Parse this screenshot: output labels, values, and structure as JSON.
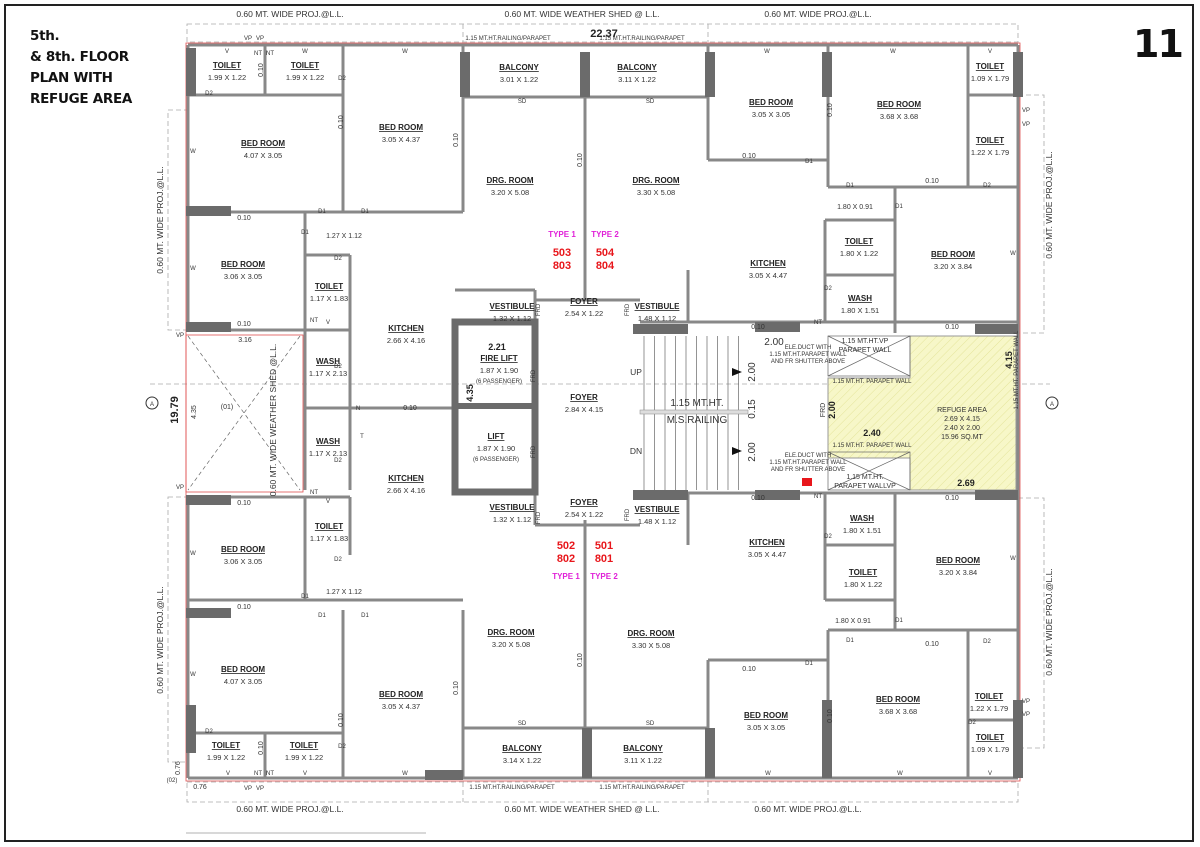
{
  "title": {
    "line1": "5th.",
    "line2": "& 8th. FLOOR",
    "line3": "PLAN WITH",
    "line4": "REFUGE AREA"
  },
  "page_number": "11",
  "colors": {
    "unit_number": "#e8161b",
    "type_label": "#e020d8",
    "refuge_fill": "#f7f7c8",
    "wall": "#888888",
    "column": "#6b6b6b",
    "boundary": "#e05050"
  },
  "rooms": [
    {
      "name": "TOILET",
      "dims": "1.99 X 1.22"
    },
    {
      "name": "TOILET",
      "dims": "1.99 X 1.22"
    },
    {
      "name": "BED ROOM",
      "dims": "3.05 X 4.37"
    },
    {
      "name": "BED ROOM",
      "dims": "4.07 X 3.05"
    },
    {
      "name": "BALCONY",
      "dims": "3.01 X 1.22"
    },
    {
      "name": "DRG. ROOM",
      "dims": "3.20 X 5.08"
    },
    {
      "name": "BED ROOM",
      "dims": "3.06 X 3.05"
    },
    {
      "name": "TOILET",
      "dims": "1.17 X 1.83"
    },
    {
      "name": "KITCHEN",
      "dims": "2.66 X 4.16"
    },
    {
      "name": "VESTIBULE",
      "dims": "1.32 X 1.12"
    },
    {
      "name": "FOYER",
      "dims": "2.54 X 1.22"
    },
    {
      "name": "WASH",
      "dims": "1.17 X 2.13"
    },
    {
      "name": "FIRE LIFT",
      "dims": "1.87 X 1.90",
      "note": "(6 PASSENGER)"
    },
    {
      "name": "FOYER",
      "dims": "2.84 X 4.15"
    },
    {
      "name": "BALCONY",
      "dims": "3.11 X 1.22"
    },
    {
      "name": "DRG. ROOM",
      "dims": "3.30 X 5.08"
    },
    {
      "name": "BED ROOM",
      "dims": "3.05 X 3.05"
    },
    {
      "name": "BED ROOM",
      "dims": "3.68 X 3.68"
    },
    {
      "name": "TOILET",
      "dims": "1.09 X 1.79"
    },
    {
      "name": "TOILET",
      "dims": "1.22 X 1.79"
    },
    {
      "name": "KITCHEN",
      "dims": "3.05 X 4.47"
    },
    {
      "name": "TOILET",
      "dims": "1.80 X 1.22"
    },
    {
      "name": "BED ROOM",
      "dims": "3.20 X 3.84"
    },
    {
      "name": "WASH",
      "dims": "1.80 X 1.51"
    },
    {
      "name": "VESTIBULE",
      "dims": "1.48 X 1.12"
    },
    {
      "name": "LIFT",
      "dims": "1.87 X 1.90",
      "note": "(6 PASSENGER)"
    },
    {
      "name": "WASH",
      "dims": "1.17 X 2.13"
    },
    {
      "name": "KITCHEN",
      "dims": "2.66 X 4.16"
    },
    {
      "name": "VESTIBULE",
      "dims": "1.32 X 1.12"
    },
    {
      "name": "FOYER",
      "dims": "2.54 X 1.22"
    },
    {
      "name": "VESTIBULE",
      "dims": "1.48 X 1.12"
    },
    {
      "name": "TOILET",
      "dims": "1.17 X 1.83"
    },
    {
      "name": "BED ROOM",
      "dims": "3.06 X 3.05"
    },
    {
      "name": "KITCHEN",
      "dims": "3.05 X 4.47"
    },
    {
      "name": "WASH",
      "dims": "1.80 X 1.51"
    },
    {
      "name": "BED ROOM",
      "dims": "3.20 X 3.84"
    },
    {
      "name": "TOILET",
      "dims": "1.80 X 1.22"
    },
    {
      "name": "DRG. ROOM",
      "dims": "3.20 X 5.08"
    },
    {
      "name": "DRG. ROOM",
      "dims": "3.30 X 5.08"
    },
    {
      "name": "BED ROOM",
      "dims": "4.07 X 3.05"
    },
    {
      "name": "BED ROOM",
      "dims": "3.05 X 4.37"
    },
    {
      "name": "BED ROOM",
      "dims": "3.05 X 3.05"
    },
    {
      "name": "BED ROOM",
      "dims": "3.68 X 3.68"
    },
    {
      "name": "TOILET",
      "dims": "1.22 X 1.79"
    },
    {
      "name": "TOILET",
      "dims": "1.09 X 1.79"
    },
    {
      "name": "TOILET",
      "dims": "1.99 X 1.22"
    },
    {
      "name": "TOILET",
      "dims": "1.99 X 1.22"
    },
    {
      "name": "BALCONY",
      "dims": "3.14 X 1.22"
    },
    {
      "name": "BALCONY",
      "dims": "3.11 X 1.22"
    }
  ],
  "units": {
    "top_left": {
      "type": "TYPE 1",
      "flats": [
        "503",
        "803"
      ]
    },
    "top_right": {
      "type": "TYPE 2",
      "flats": [
        "504",
        "804"
      ]
    },
    "bottom_left": {
      "type": "TYPE 1",
      "flats": [
        "502",
        "802"
      ]
    },
    "bottom_right": {
      "type": "TYPE 2",
      "flats": [
        "501",
        "801"
      ]
    }
  },
  "refuge": {
    "name": "REFUGE AREA",
    "dims1": "2.69 X 4.15",
    "dims2": "2.40 X 2.00",
    "area": "15.96 SQ.MT"
  },
  "labels": {
    "proj_ll": "0.60 MT. WIDE PROJ.@L.L.",
    "weather_shed": "0.60 MT. WIDE WEATHER SHED @ L.L.",
    "weather_shed_v": "0.60 MT. WIDE WEATHER SHED @L.L.",
    "railing": "1.15 MT.HT.RAILING/PARAPET",
    "overall_width": "22.37",
    "overall_depth": "19.79",
    "dim_435": "4.35",
    "dim_316": "3.16",
    "dim_221": "2.21",
    "dim_010": "0.10",
    "passage": "1.27 X 1.12",
    "passage_r": "1.80 X 0.91",
    "dim_200": "2.00",
    "dim_015": "0.15",
    "dim_240": "2.40",
    "dim_269": "2.69",
    "dim_415": "4.15",
    "dim_076": "0.76",
    "railing_ms_1": "1.15 MT.HT.",
    "railing_ms_2": "M.S.RAILING",
    "up": "UP",
    "dn": "DN",
    "frd": "FRD",
    "parapet_vp_1": "1.15 MT.HT.VP",
    "parapet_vp_2": "PARAPET WALL",
    "duct_1": "ELE.DUCT WITH",
    "duct_2": "1.15 MT.HT.PARAPET WALL",
    "duct_3": "AND FR SHUTTER ABOVE",
    "parapet_wall": "1.15 MT.HT. PARAPET WALL",
    "parapet_b1": "1.15 MT.HT.",
    "parapet_b2": "PARAPET WALLVP",
    "parapet_v": "1.15 MT.HT. PARAPET WALL",
    "void_01": "(01)",
    "void_02": "(02)",
    "section_a": "A",
    "door_d1": "D1",
    "door_d2": "D2",
    "window_w": "W",
    "vent_v": "V",
    "vp": "VP",
    "nt": "NT",
    "sd": "SD",
    "n": "N",
    "t": "T"
  }
}
